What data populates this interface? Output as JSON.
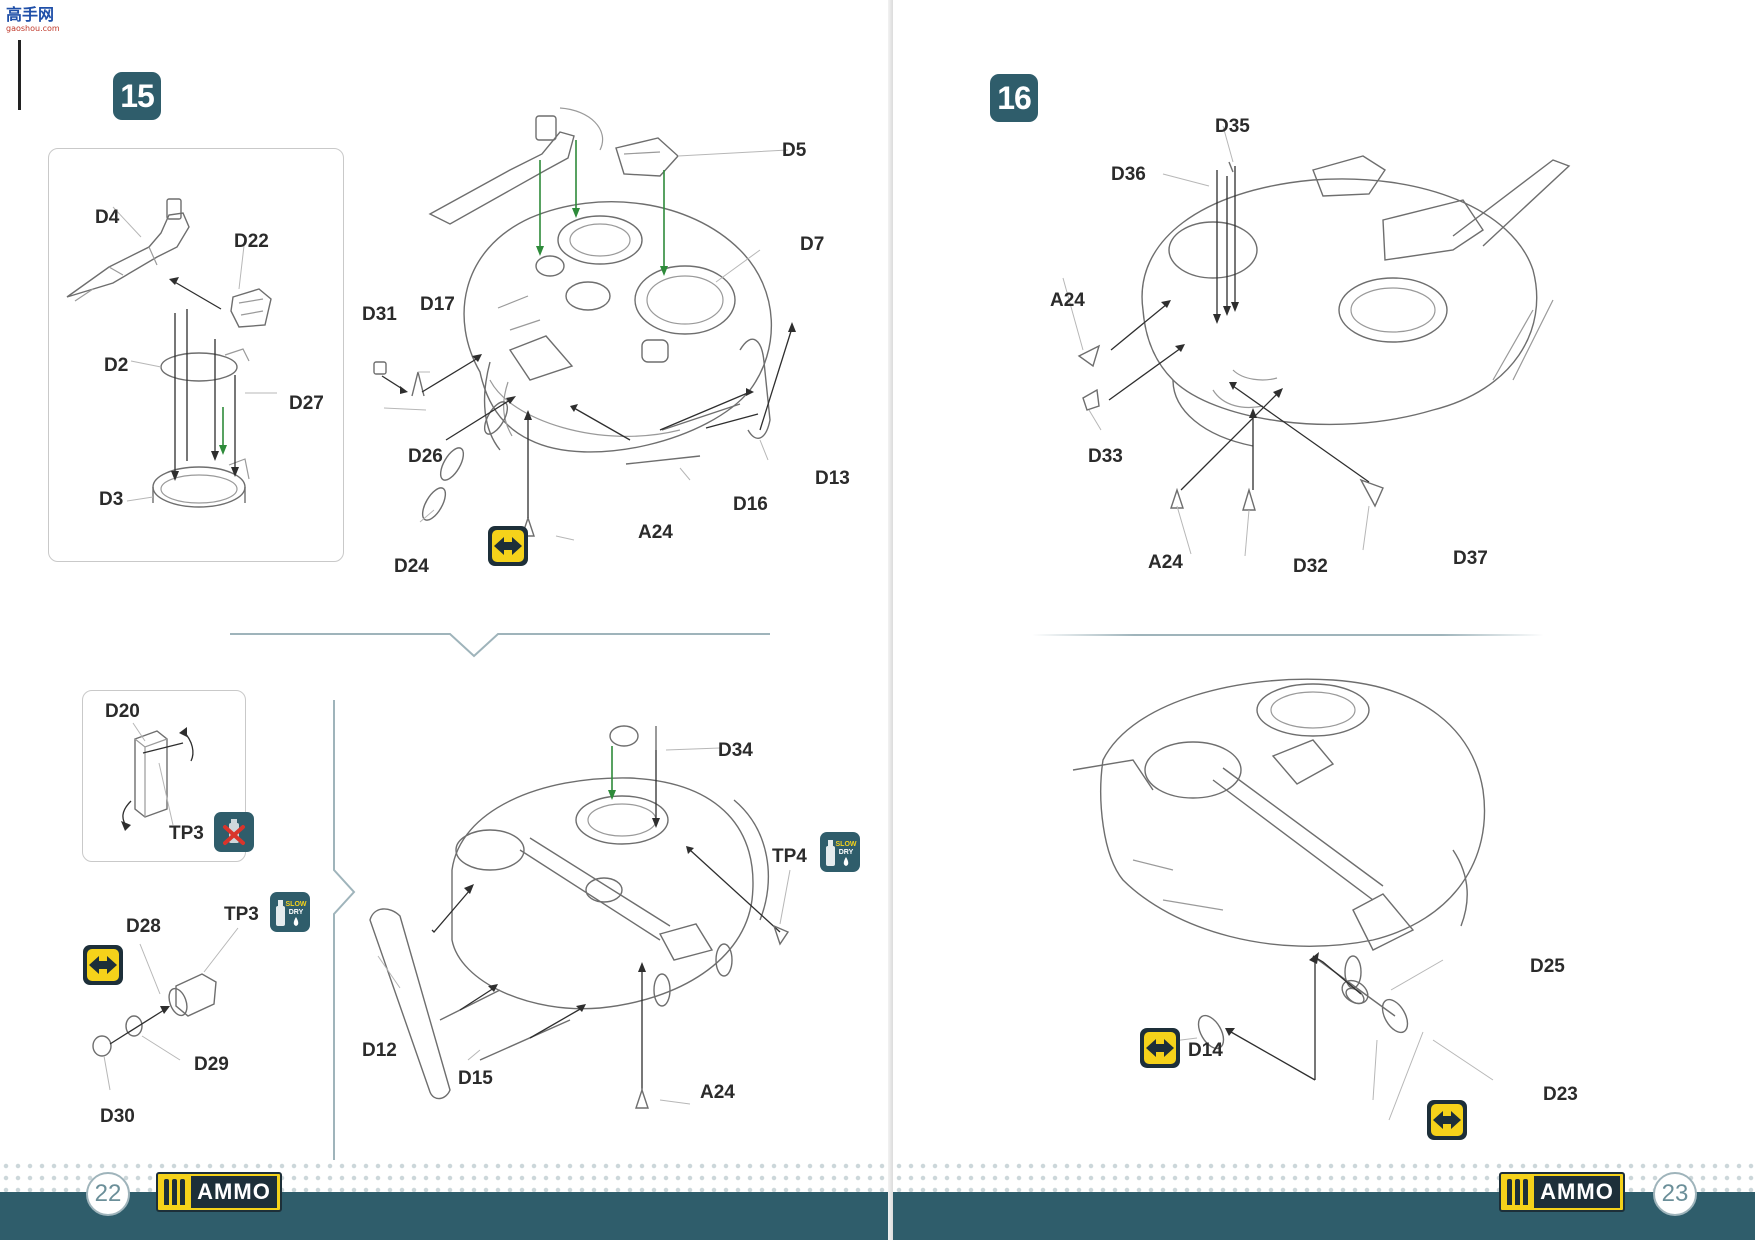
{
  "watermark": {
    "text": "高手网",
    "url": "gaoshou.com"
  },
  "brand": {
    "name": "AMMO"
  },
  "pages": {
    "left": {
      "number": "22"
    },
    "right": {
      "number": "23"
    }
  },
  "step15": {
    "number": "15",
    "inset_labels": [
      "D4",
      "D22",
      "D2",
      "D27",
      "D3"
    ],
    "main_labels": [
      "D5",
      "D7",
      "D31",
      "D17",
      "D26",
      "D13",
      "D16",
      "A24",
      "D24"
    ]
  },
  "step15b": {
    "inset_labels": [
      "D20",
      "TP3"
    ],
    "sub_labels": [
      "D28",
      "TP3",
      "D29",
      "D30"
    ],
    "main_labels": [
      "D34",
      "TP4",
      "D12",
      "D15",
      "A24"
    ],
    "glue_badge_text": [
      "SLOW",
      "DRY"
    ]
  },
  "step16": {
    "number": "16",
    "labels": [
      "D35",
      "D36",
      "A24",
      "D33",
      "A24",
      "D32",
      "D37"
    ]
  },
  "step16b": {
    "labels": [
      "D25",
      "D14",
      "D23"
    ]
  },
  "colors": {
    "brand_teal": "#2f5d6b",
    "brand_yellow": "#f5d21a",
    "arrow_green": "#2e8b3a",
    "no_glue_red": "#d9342b"
  },
  "icons": {
    "symmetry": "left-right-arrow-icon",
    "slow_dry_glue": "glue-bottle-icon",
    "no_glue": "no-glue-icon"
  }
}
